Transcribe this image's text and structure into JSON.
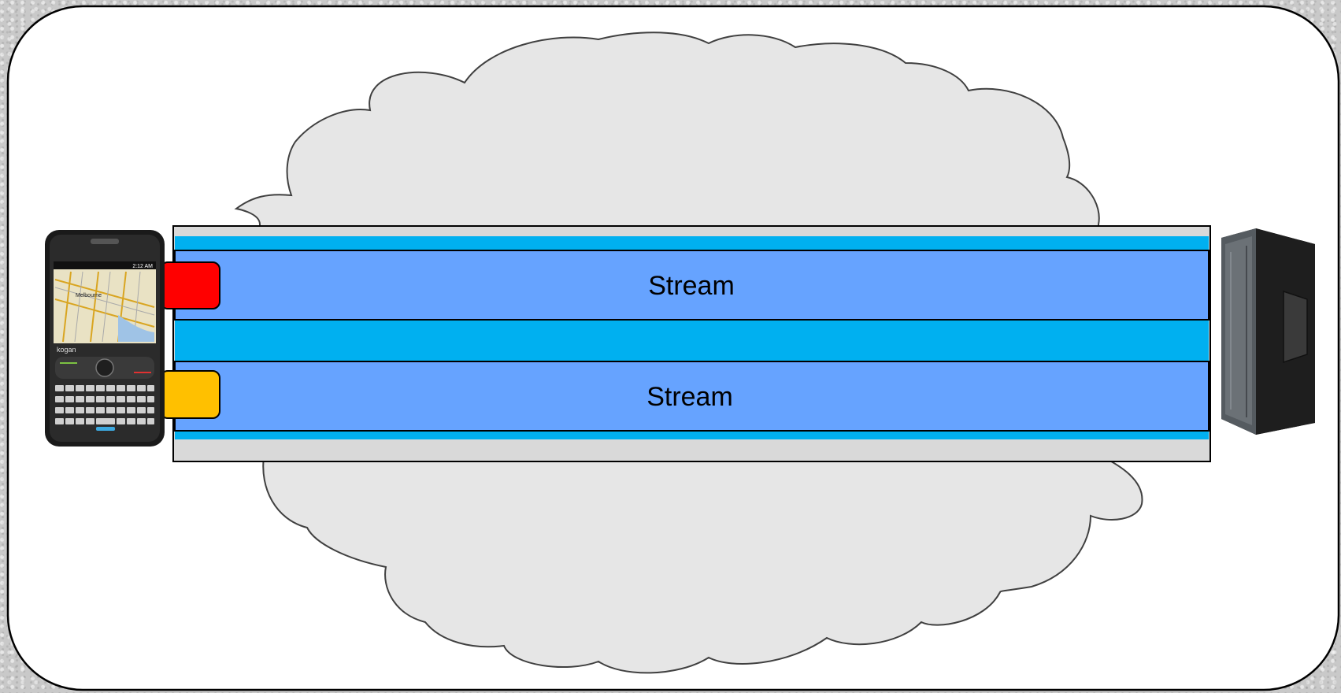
{
  "diagram": {
    "streams": [
      {
        "label": "Stream",
        "marker_color": "#ff0000"
      },
      {
        "label": "Stream",
        "marker_color": "#ffc000"
      }
    ],
    "devices": {
      "left": {
        "icon": "smartphone-icon",
        "brand_text": "kogan",
        "status_time": "2:12 AM",
        "map_label": "Melbourne"
      },
      "right": {
        "icon": "server-tower-icon"
      }
    },
    "background": {
      "icon": "cloud-icon"
    },
    "colors": {
      "connection_band": "#00b0f0",
      "stream_fill": "#66a3ff",
      "pipe_border": "#d9d9d9",
      "cloud_fill": "#e6e6e6",
      "frame_fill": "#ffffff"
    }
  }
}
